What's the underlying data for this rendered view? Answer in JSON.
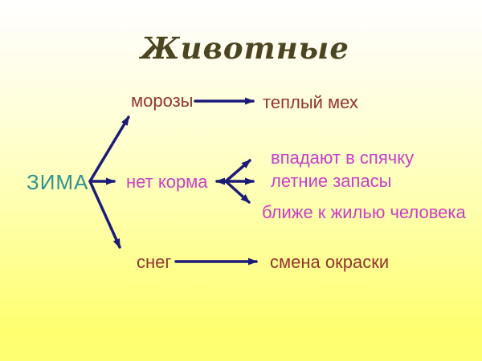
{
  "slide": {
    "title": "Животные",
    "root": "ЗИМА",
    "branches": [
      {
        "cause": "морозы",
        "effects": [
          "теплый мех"
        ]
      },
      {
        "cause": "нет корма",
        "effects": [
          "впадают в спячку",
          "летние запасы",
          "ближе к жилью человека"
        ]
      },
      {
        "cause": "снег",
        "effects": [
          "смена окраски"
        ]
      }
    ],
    "colors": {
      "title_text": "#4d4521",
      "root_text": "#2e9394",
      "cause_effect_text_dark_red": "#943430",
      "cause_effect_text_magenta": "#c83fc8",
      "arrow": "#1c1c78",
      "background_top": "#ffffff",
      "background_bottom": "#ffff70"
    }
  }
}
